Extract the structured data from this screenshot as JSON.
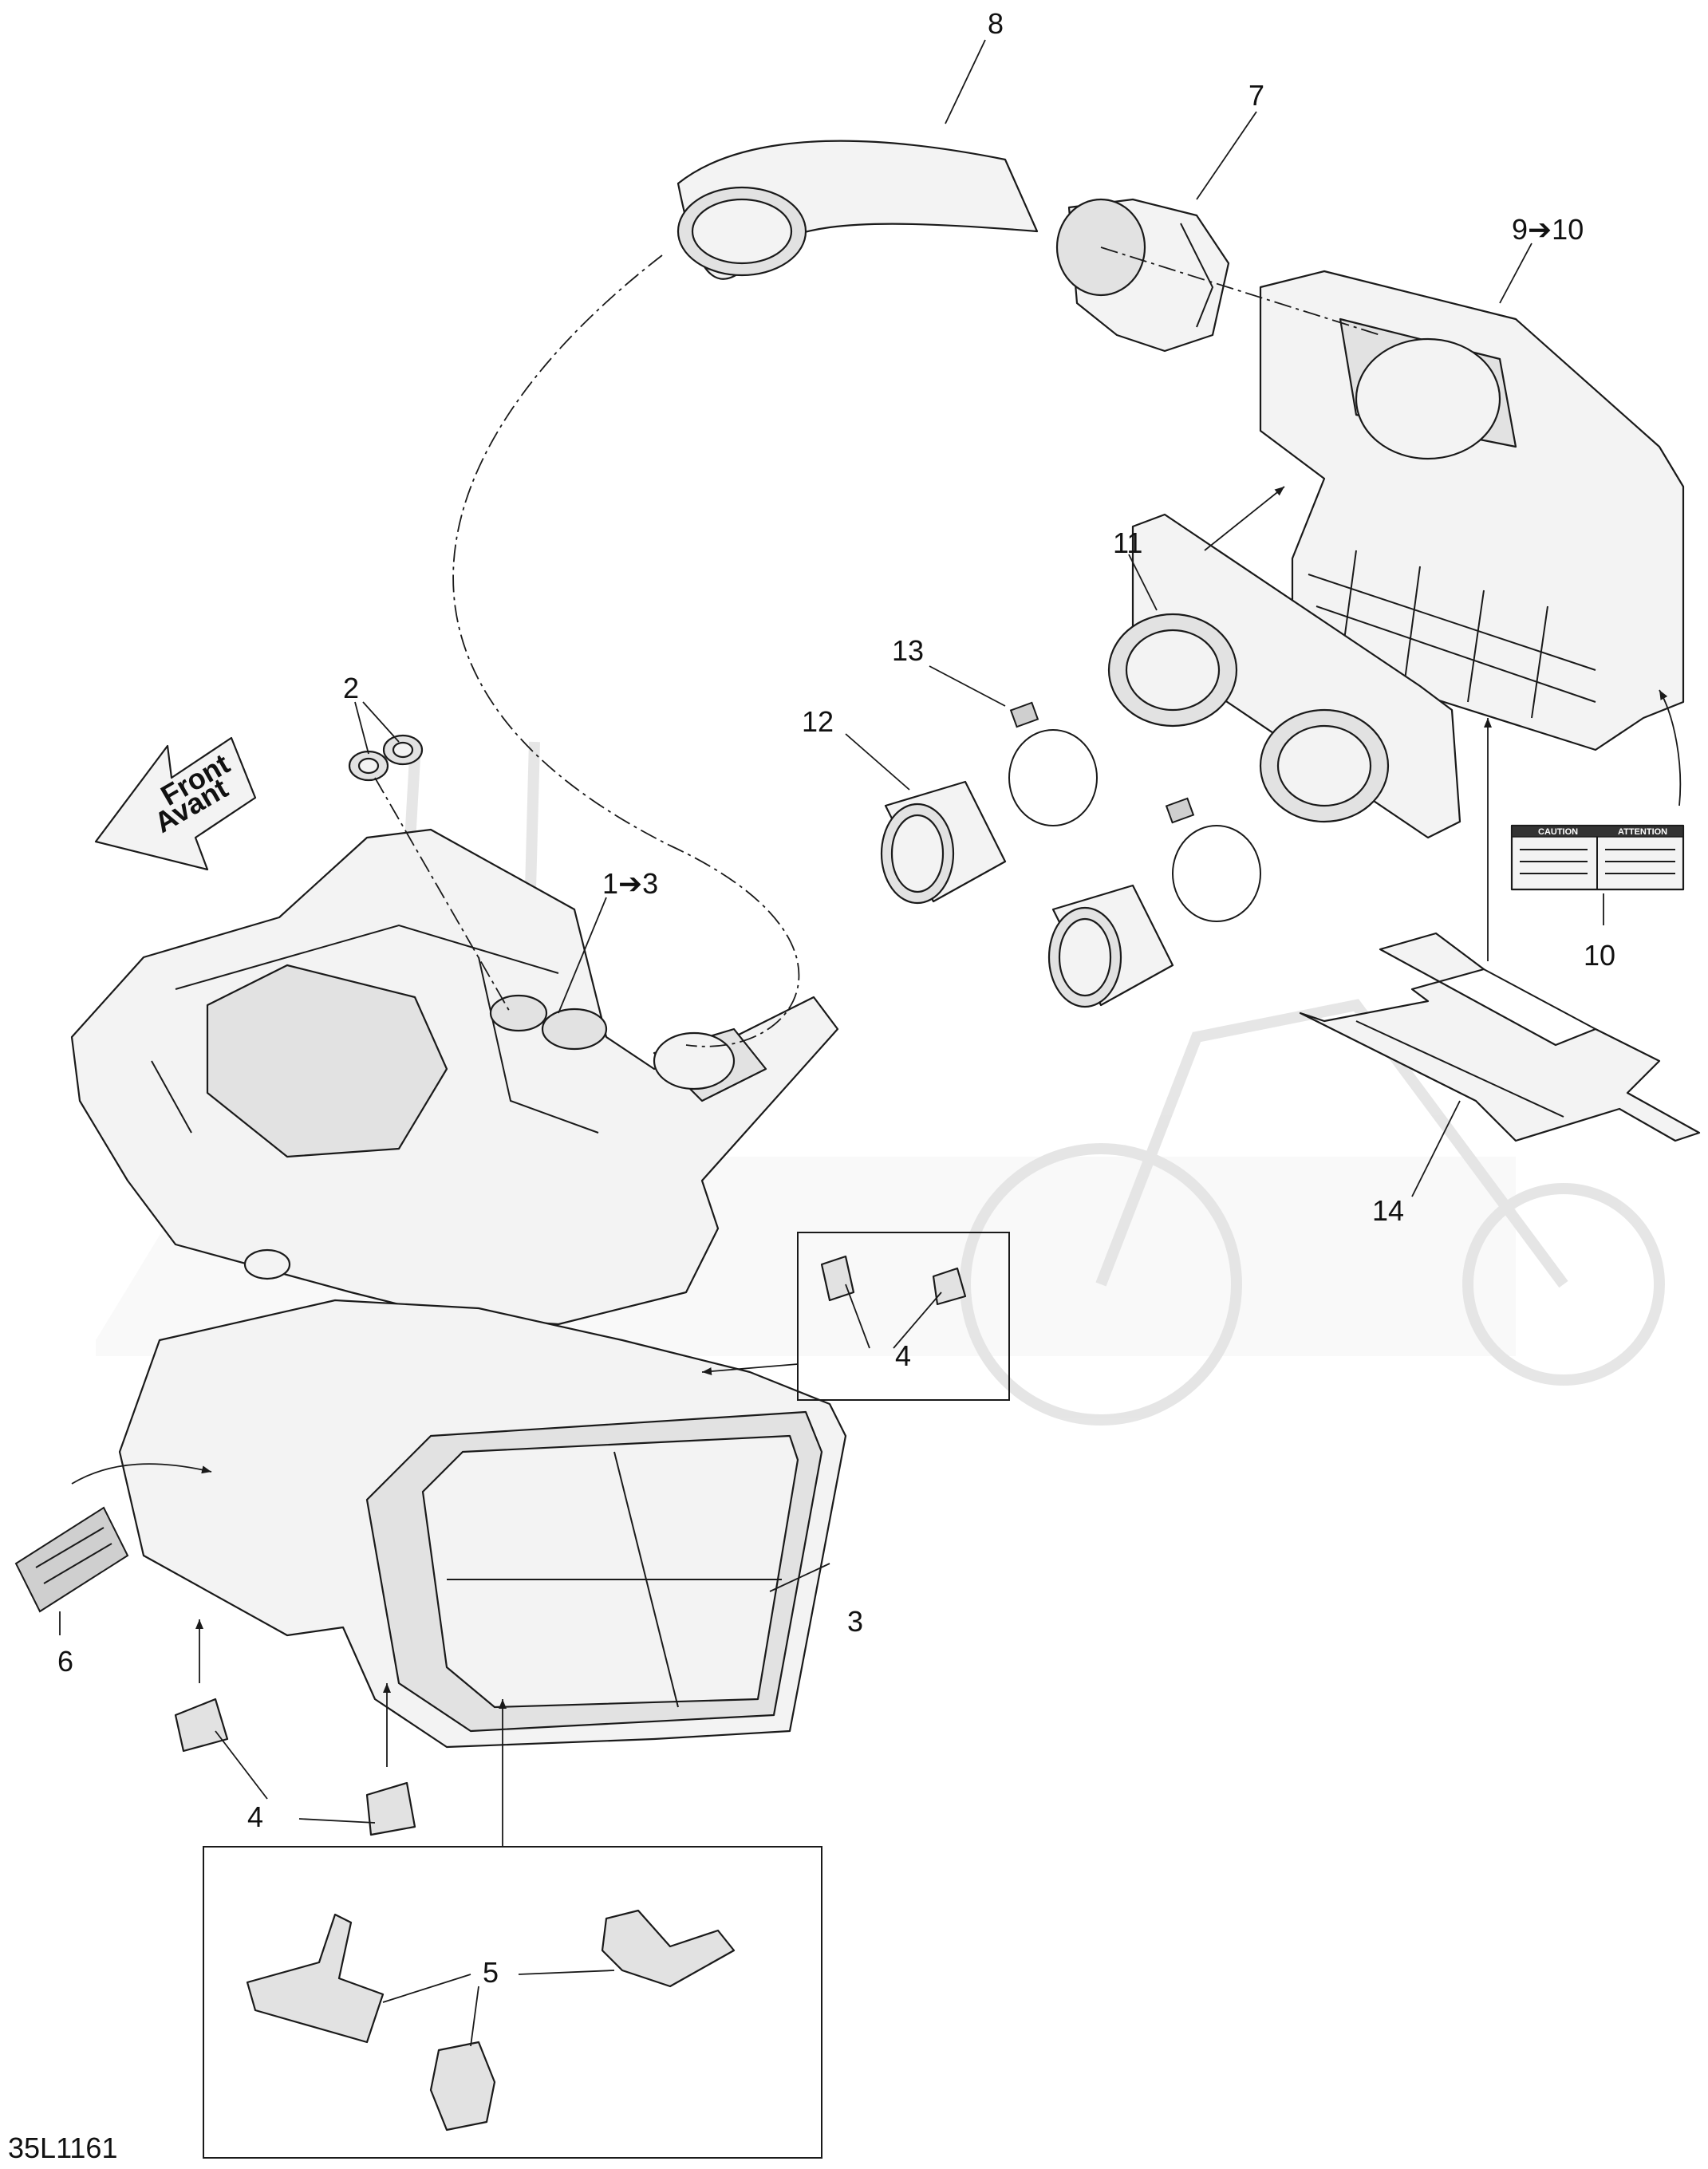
{
  "drawing_id": "35L1161",
  "front_arrow": {
    "line1": "Front",
    "line2": "Avant"
  },
  "labels": {
    "caution": "CAUTION",
    "attention": "ATTENTION"
  },
  "callouts": {
    "c1_3": "1➔3",
    "c2": "2",
    "c3": "3",
    "c4a": "4",
    "c4b": "4",
    "c5": "5",
    "c6": "6",
    "c7": "7",
    "c8": "8",
    "c9_10": "9➔10",
    "c10": "10",
    "c11": "11",
    "c12": "12",
    "c13": "13",
    "c14": "14"
  }
}
